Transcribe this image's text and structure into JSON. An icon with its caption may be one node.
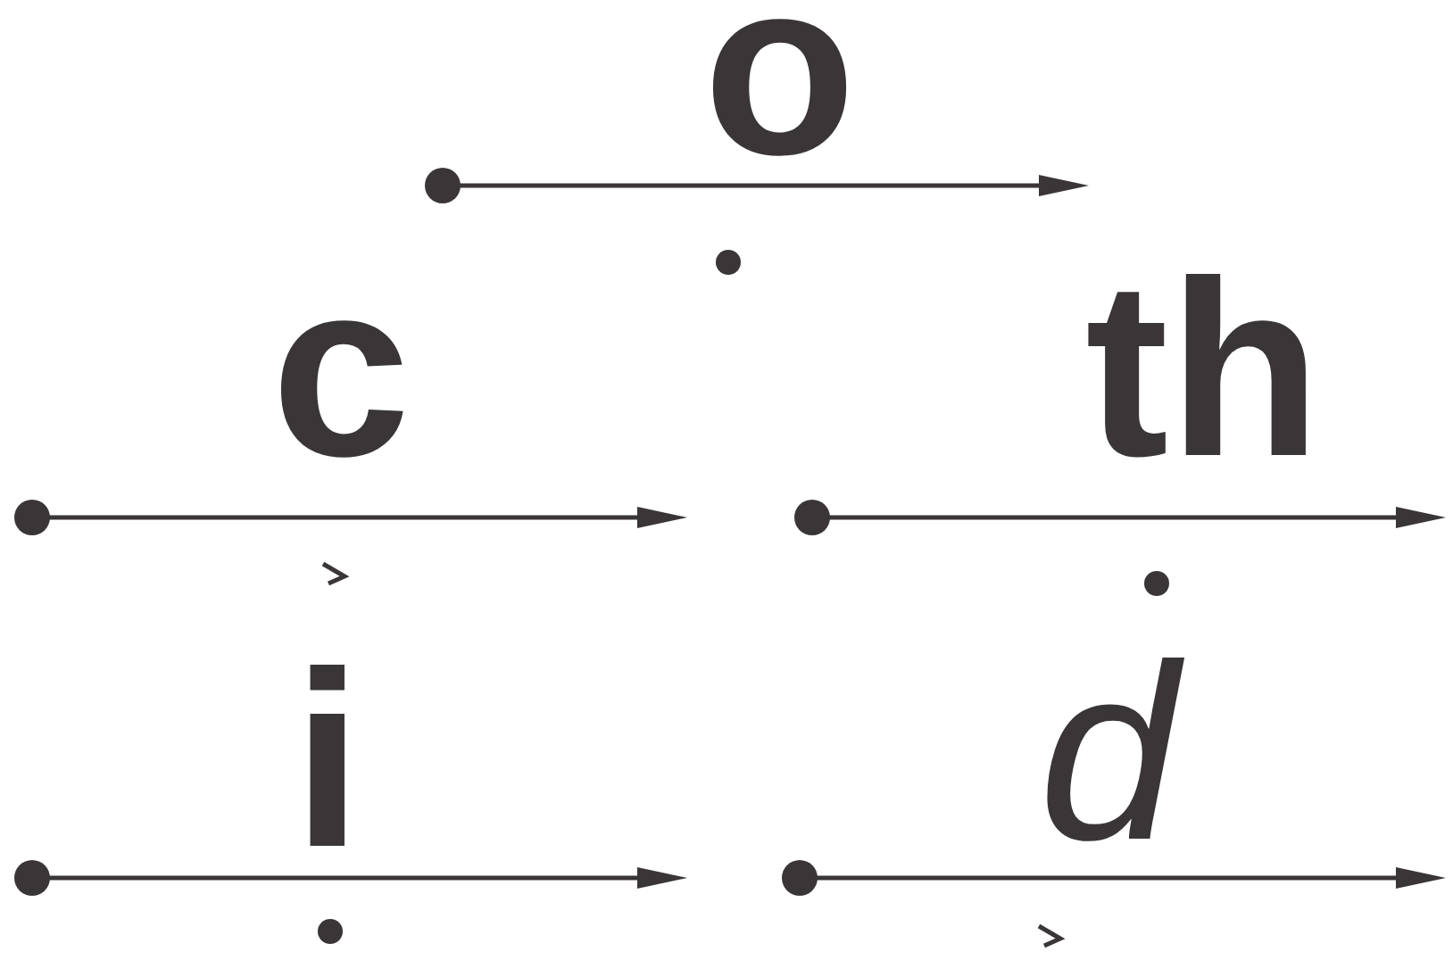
{
  "diagram": {
    "labels": [
      "o",
      "c",
      "th",
      "i",
      "d"
    ]
  }
}
